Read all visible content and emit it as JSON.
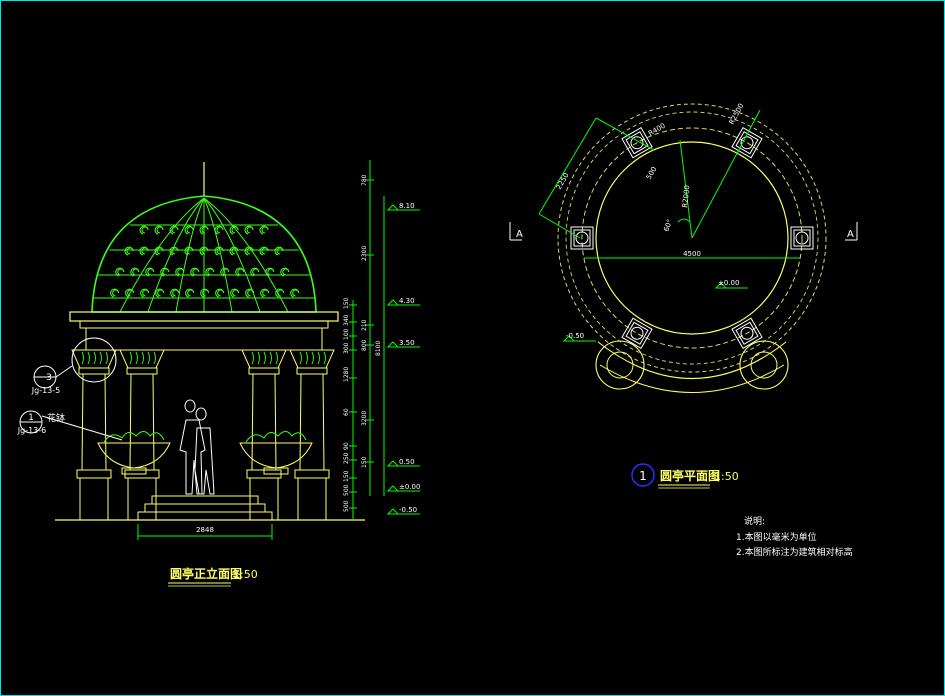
{
  "colors": {
    "background": "#000000",
    "frame": "#00e5e5",
    "structure": "#ffff66",
    "ornament": "#39ff14",
    "dimension": "#00ff00",
    "figure": "#ffffff",
    "dashed": "#d8d870",
    "callout": "#2233ff"
  },
  "elevation": {
    "title": "圆亭正立面图",
    "scale": "1:50",
    "width_dim": "2848",
    "plant_label": "花钵",
    "callout3": {
      "num": "3",
      "ref": "Jg-13-5"
    },
    "callout1": {
      "num": "1",
      "ref": "Jg-13-6"
    },
    "levels": [
      "8.10",
      "4.30",
      "3.50",
      "0.50",
      "±0.00",
      "-0.50"
    ],
    "dims_left": [
      "150",
      "340",
      "100",
      "300",
      "1280",
      "60",
      "90",
      "250",
      "150",
      "500",
      "500"
    ],
    "dims_mid": [
      "780",
      "2300",
      "210",
      "800",
      "3200",
      "150"
    ],
    "dim_total": "8100"
  },
  "plan": {
    "title": "圆亭平面图",
    "number": "1",
    "scale": "1:50",
    "section_left": "A",
    "section_right": "A",
    "dims": [
      "4500",
      "2250",
      "R2500",
      "R2000",
      "R400",
      "500",
      "60°"
    ],
    "level_center": "±0.00",
    "level_outer": "-0.50"
  },
  "notes": {
    "heading": "说明:",
    "items": [
      "1.本图以毫米为单位",
      "2.本图所标注为建筑相对标高"
    ]
  }
}
